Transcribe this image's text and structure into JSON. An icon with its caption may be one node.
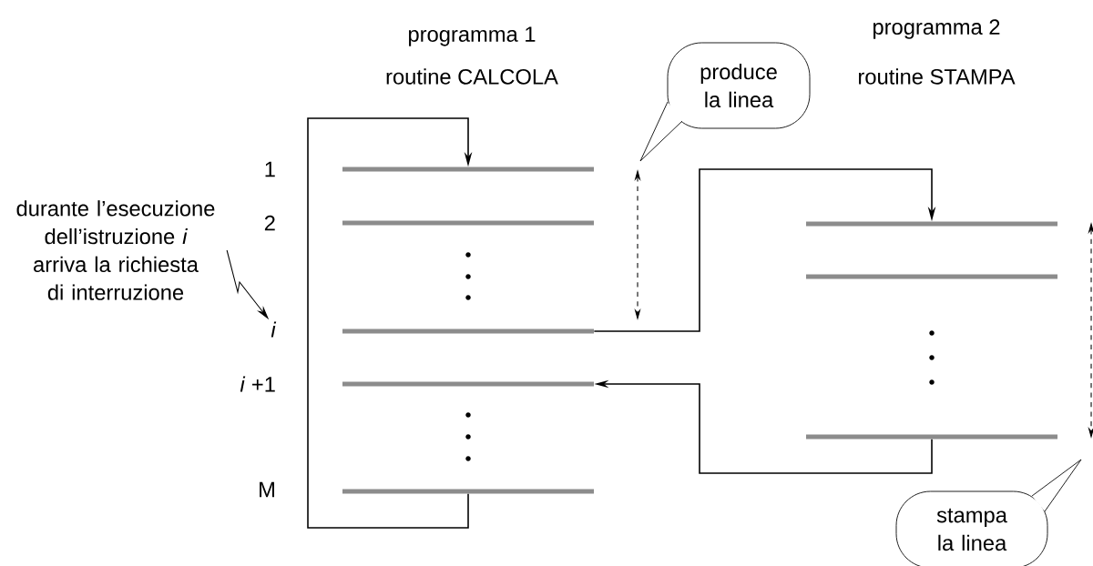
{
  "diagram": {
    "nodes": [
      {
        "text": [
          "durante l’esecuzione dell’istruzione *i* arriva la richiesta di interruzione"
        ]
      },
      {
        "text": [
          "i"
        ]
      },
      {
        "text": [],
        "shape": "bar"
      },
      {
        "text": [],
        "shape": "bar"
      },
      {
        "text": [],
        "shape": "bar"
      },
      {
        "text": [],
        "shape": "bar"
      },
      {
        "text": [],
        "shape": "bar"
      },
      {
        "text": [],
        "shape": "bar"
      },
      {
        "text": [],
        "shape": "bar"
      },
      {
        "text": [],
        "shape": "bar"
      },
      {
        "text": [
          "produce la linea"
        ]
      },
      {
        "text": [
          "stampa la linea"
        ]
      }
    ],
    "edges": [
      {
        "from": 0,
        "to": 1,
        "arrow": "to"
      },
      {
        "from": 6,
        "to": 2,
        "arrow": "to"
      },
      {
        "from": 4,
        "to": 7,
        "arrow": "to"
      },
      {
        "from": 9,
        "to": 5,
        "arrow": "to"
      }
    ],
    "labels": [
      "programma 1",
      "programma 2",
      "routine CALCOLA",
      "routine STAMPA",
      "1",
      "2",
      "*i* +1",
      "M"
    ]
  }
}
